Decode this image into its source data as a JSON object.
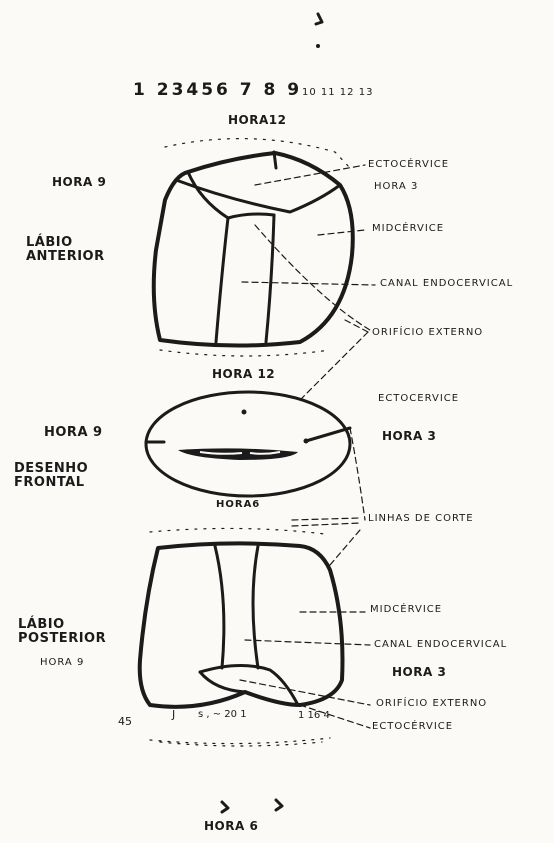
{
  "numbers_top": "1  23456 7 8 9",
  "numbers_small": "10 11  12 13",
  "hora_12_top": "HORA12",
  "hora_9_top": "HORA 9",
  "labio_anterior": "LÁBIO\nANTERIOR",
  "ectocervice_top": "ECTOCÉRVICE",
  "hora_3_top": "HORA 3",
  "midcervice_top": "MIDCÉRVICE",
  "canal_top": "CANAL ENDOCERVICAL",
  "orificio_top": "ORIFÍCIO EXTERNO",
  "hora_12_mid": "HORA 12",
  "ectocervice_mid": "ECTOCERVICE",
  "hora_9_mid": "HORA 9",
  "hora_3_mid": "HORA 3",
  "desenho_frontal": "DESENHO\nFRONTAL",
  "hora_6_mid": "HORA6",
  "linhas_corte": "LINHAS DE CORTE",
  "labio_posterior": "LÁBIO\nPOSTERIOR",
  "hora_9_bottom": "HORA 9",
  "midcervice_bottom": "MIDCÉRVICE",
  "canal_bottom": "CANAL ENDOCERVICAL",
  "hora_3_bottom": "HORA 3",
  "orificio_bottom": "ORIFÍCIO EXTERNO",
  "ectocervice_bottom": "ECTOCÉRVICE",
  "hora_6_bottom": "HORA 6"
}
